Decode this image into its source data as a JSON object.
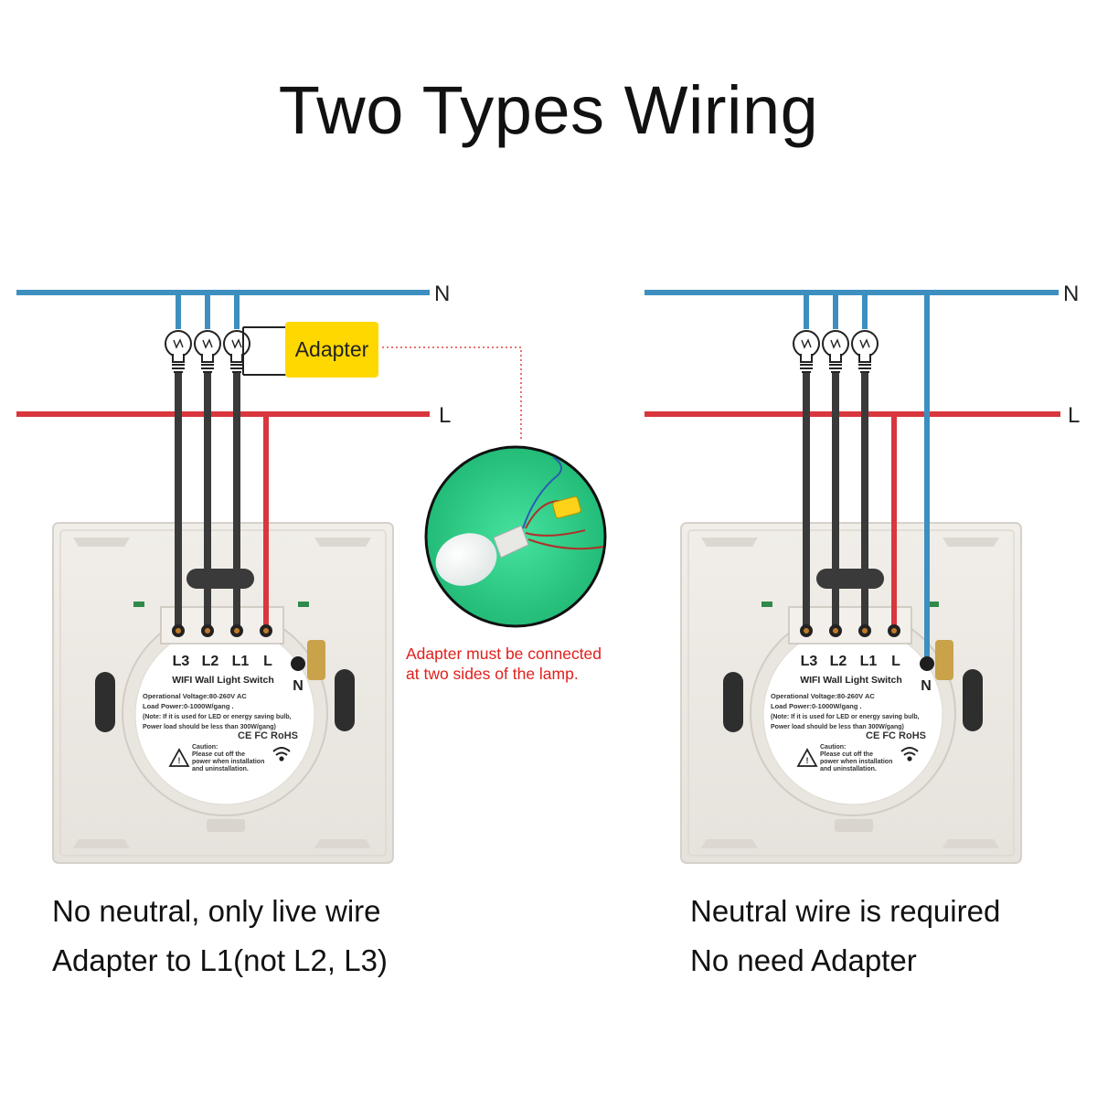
{
  "title": "Two Types Wiring",
  "colors": {
    "neutral_wire": "#3d8fbf",
    "live_wire": "#d9363e",
    "load_wire": "#3a3a3a",
    "adapter_box": "#ffd800",
    "note_text": "#e0201d",
    "green_background": "#2fd08a",
    "switch_panel": "#ece8e3"
  },
  "left": {
    "neutral_label": "N",
    "live_label": "L",
    "adapter_label": "Adapter",
    "terminals": [
      "L3",
      "L2",
      "L1",
      "L"
    ],
    "n_terminal": "N",
    "switch_name": "WIFI Wall Light Switch",
    "specs": [
      "Operational Voltage:80-260V AC",
      "Load Power:0-1000W/gang .",
      "(Note: If it is used for LED or energy saving bulb,",
      "Power load should be less than 300W/gang)"
    ],
    "certs": "CE FC RoHS",
    "caution": [
      "Caution:",
      "Please cut off the",
      "power when installation",
      "and uninstallation."
    ],
    "caption_1": "No neutral, only live wire",
    "caption_2": "Adapter to L1(not L2, L3)"
  },
  "adapter_note": {
    "line_1": "Adapter must be connected",
    "line_2": "at two sides of the lamp."
  },
  "right": {
    "neutral_label": "N",
    "live_label": "L",
    "terminals": [
      "L3",
      "L2",
      "L1",
      "L"
    ],
    "n_terminal": "N",
    "switch_name": "WIFI Wall Light Switch",
    "specs": [
      "Operational Voltage:80-260V AC",
      "Load Power:0-1000W/gang .",
      "(Note: If it is used for LED or energy saving bulb,",
      "Power load should be less than 300W/gang)"
    ],
    "certs": "CE FC RoHS",
    "caution": [
      "Caution:",
      "Please cut off the",
      "power when installation",
      "and uninstallation."
    ],
    "caption_1": "Neutral wire is required",
    "caption_2": "No need Adapter"
  }
}
